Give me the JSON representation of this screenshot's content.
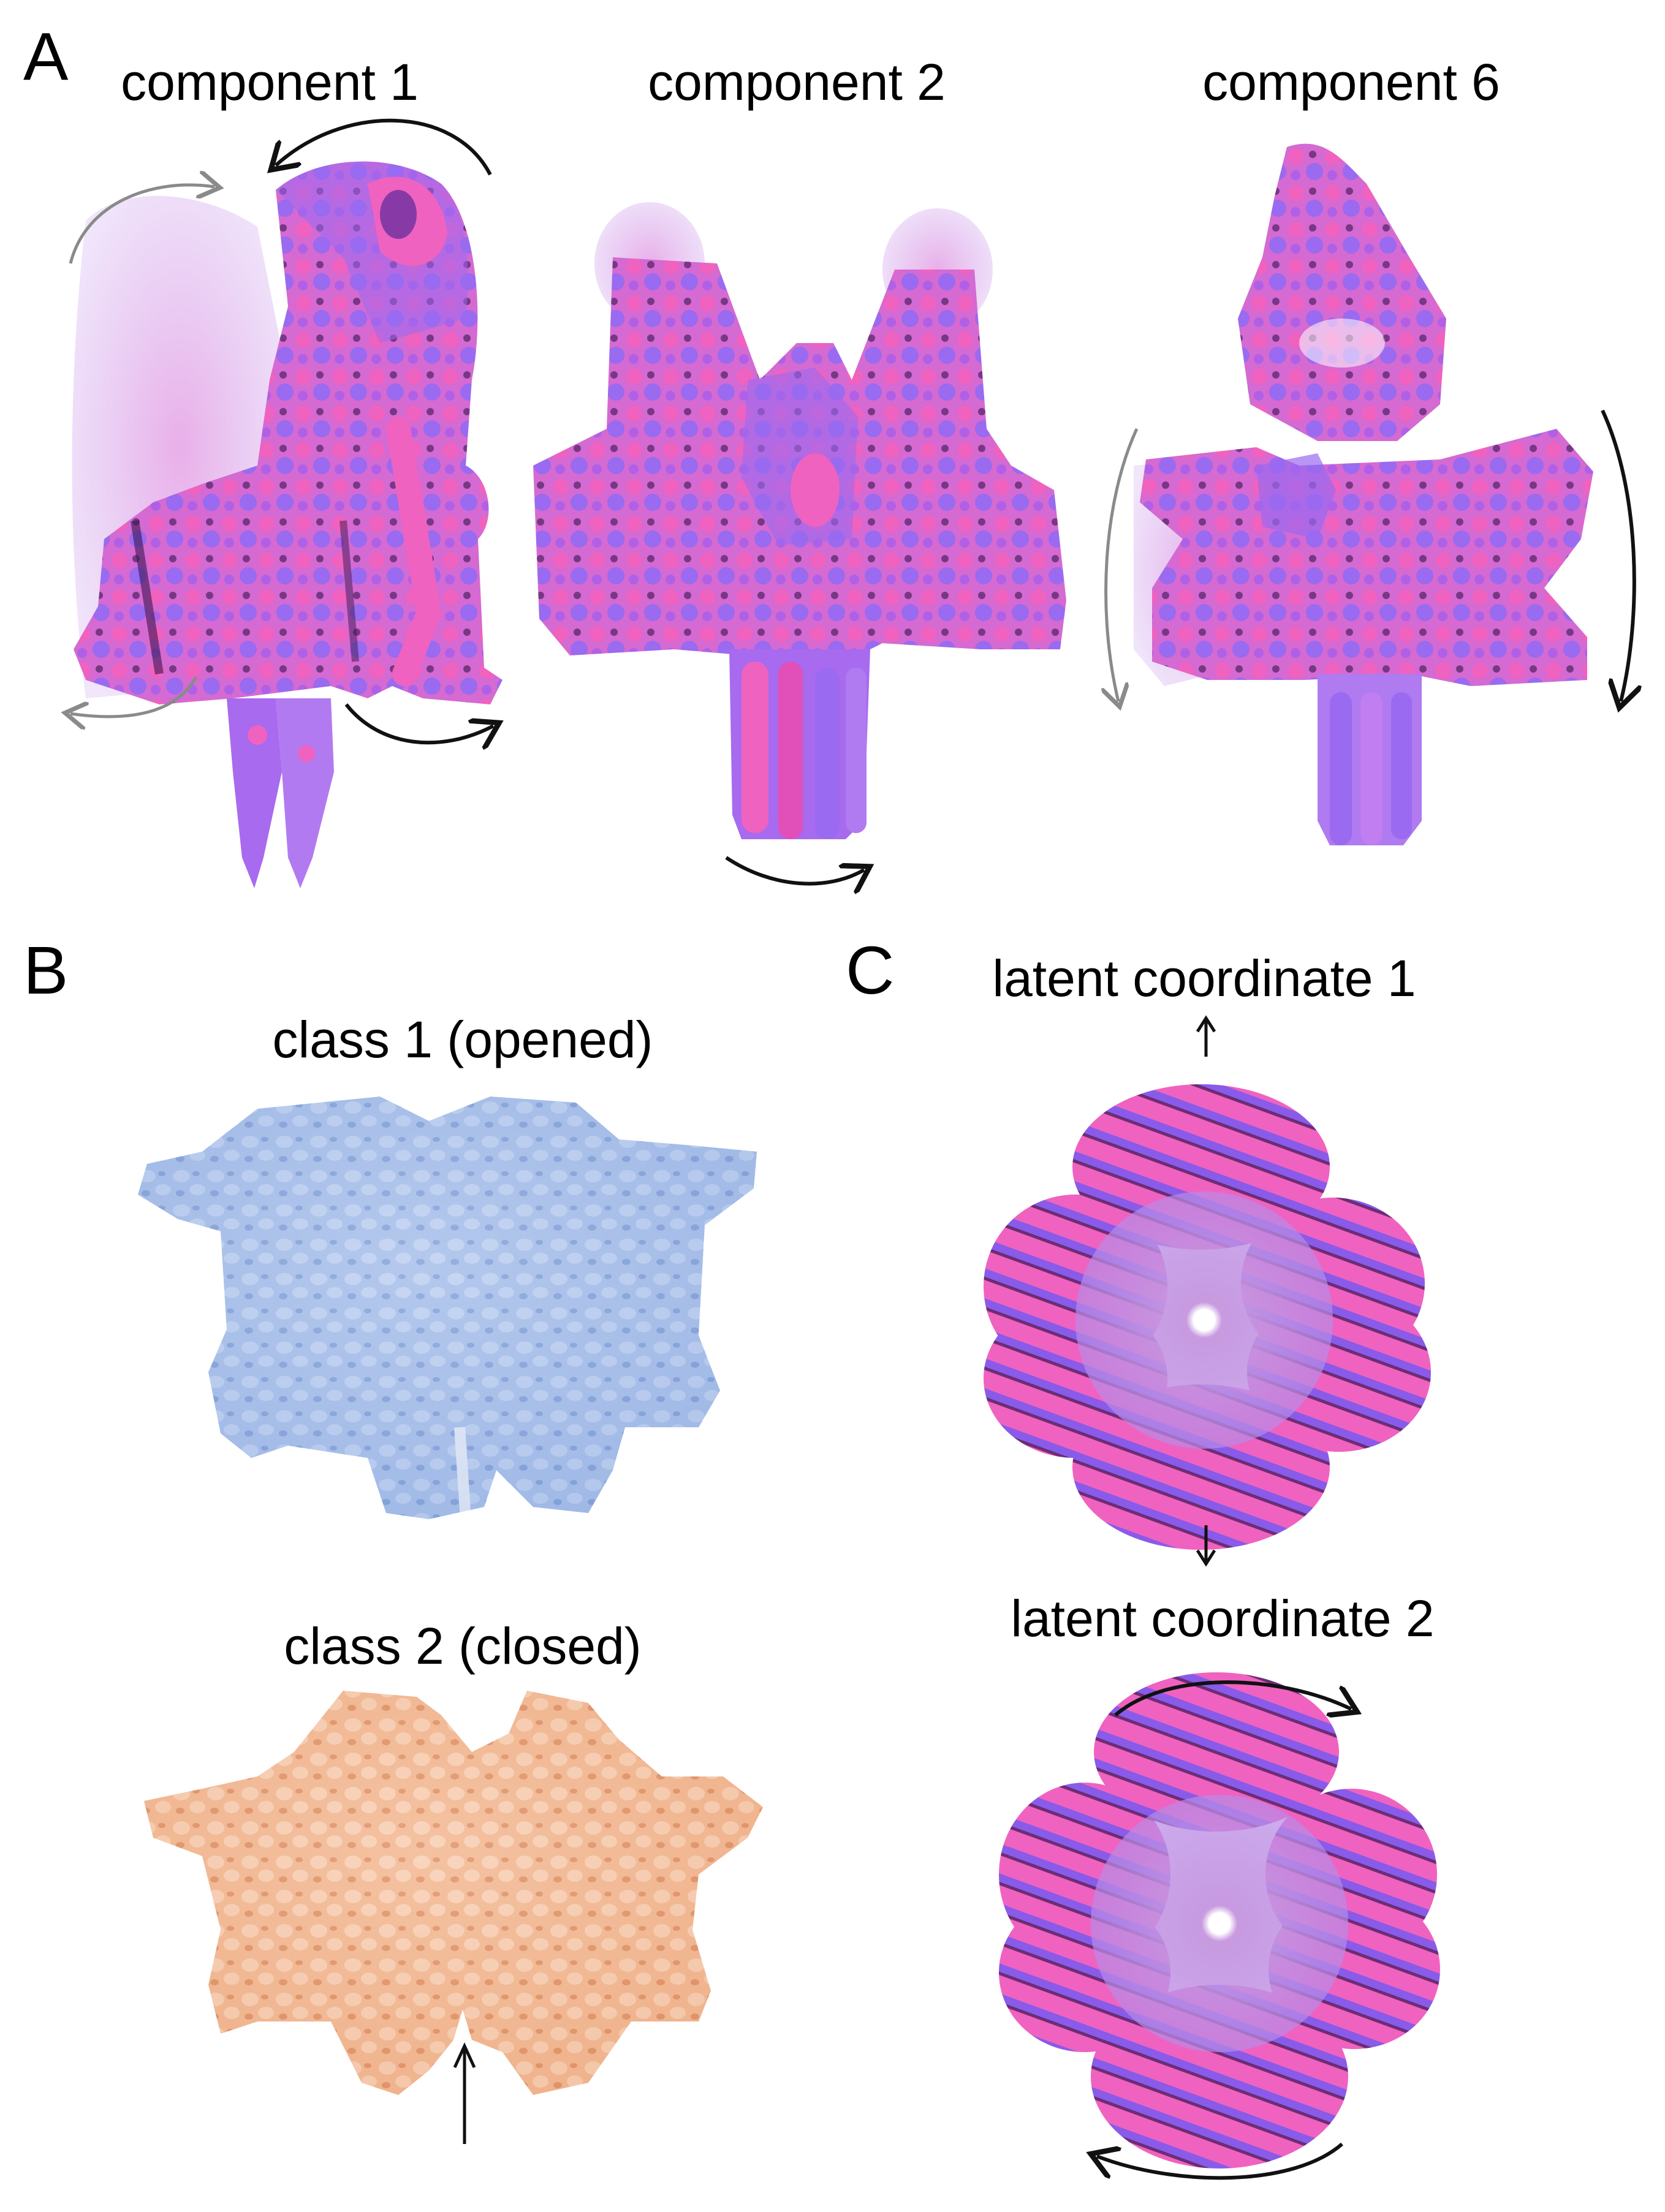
{
  "figure": {
    "colors": {
      "state_a_pink": "#f062c0",
      "state_b_purple": "#9a6af0",
      "dark_shadow": "#3a1550",
      "class1_blue": "#9bb6e4",
      "class2_orange": "#f0b48c",
      "arrow_black": "#111111",
      "arrow_gray": "#8a8a8a"
    },
    "panel_a": {
      "letter": "A",
      "components": [
        {
          "label": "component 1",
          "motion_arrows": [
            "top-left gray clockwise arc",
            "top-right black counterclockwise arc",
            "bottom-left gray arc",
            "bottom-right black arc"
          ]
        },
        {
          "label": "component 2",
          "motion_arrows": [
            "bottom black arc"
          ]
        },
        {
          "label": "component 6",
          "motion_arrows": [
            "left gray vertical arc",
            "right black vertical arc"
          ]
        }
      ]
    },
    "panel_b": {
      "letter": "B",
      "classes": [
        {
          "label": "class 1 (opened)",
          "color": "#9bb6e4"
        },
        {
          "label": "class 2 (closed)",
          "color": "#f0b48c",
          "annotation": "up arrow at central gap"
        }
      ]
    },
    "panel_c": {
      "letter": "C",
      "coordinates": [
        {
          "label": "latent coordinate 1",
          "arrows": [
            "up",
            "down"
          ]
        },
        {
          "label": "latent coordinate 2",
          "arrows": [
            "top clockwise arc",
            "bottom clockwise arc"
          ]
        }
      ],
      "up_glyph": "↑",
      "down_glyph": "↓"
    }
  }
}
